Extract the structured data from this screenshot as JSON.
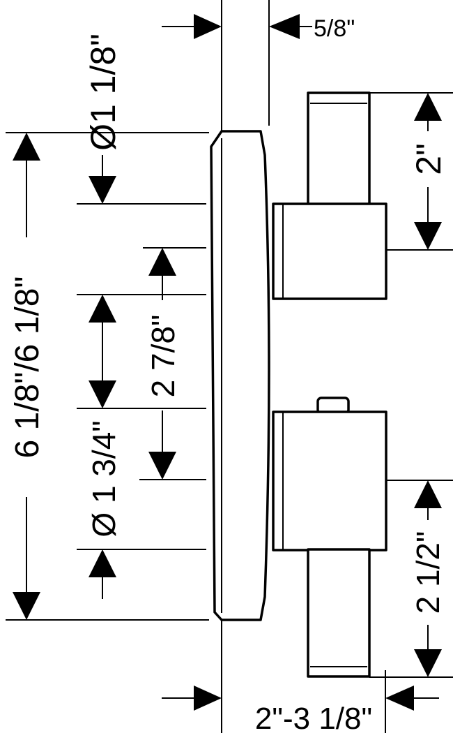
{
  "labels": {
    "top_offset": "5/8\"",
    "plate_hole_diameter": "Ø1 1/8\"",
    "handle_width": "2\"",
    "overall_height": "6 1/8\"/6 1/8\"",
    "center_spacing": "2 7/8\"",
    "lower_hole_diameter": "Ø 1 3/4\"",
    "lower_handle_width": "2 1/2\"",
    "projection": "2\"-3 1/8\""
  }
}
